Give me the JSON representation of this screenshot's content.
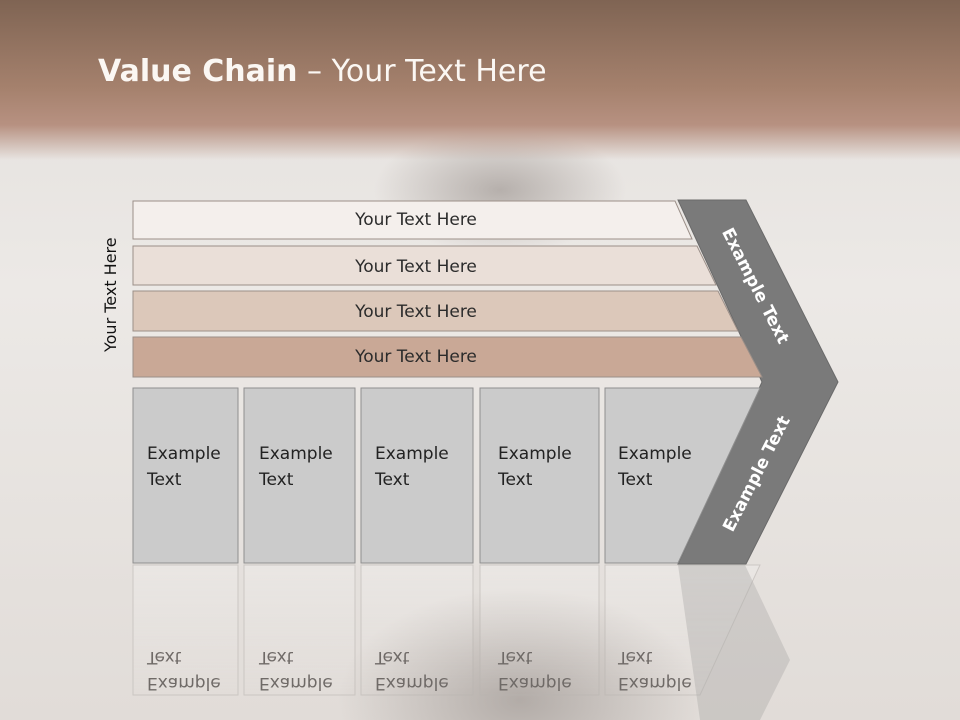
{
  "slide": {
    "title_bold": "Value Chain",
    "title_rest": " – Your Text Here",
    "side_label": "Your Text Here"
  },
  "bars": [
    {
      "label": "Your Text Here",
      "color": "#f4efec"
    },
    {
      "label": "Your Text Here",
      "color": "#eadfd8"
    },
    {
      "label": "Your Text Here",
      "color": "#dcc8ba"
    },
    {
      "label": "Your Text Here",
      "color": "#c9a896"
    }
  ],
  "columns": [
    {
      "line1": "Example",
      "line2": "Text"
    },
    {
      "line1": "Example",
      "line2": "Text"
    },
    {
      "line1": "Example",
      "line2": "Text"
    },
    {
      "line1": "Example",
      "line2": "Text"
    },
    {
      "line1": "Example",
      "line2": "Text"
    }
  ],
  "arrow": {
    "upper_label": "Example Text",
    "lower_label": "Example Text",
    "color": "#7a7a7a"
  },
  "colors": {
    "column_fill": "#cbcbcb",
    "header_brown": "#a5816d"
  }
}
